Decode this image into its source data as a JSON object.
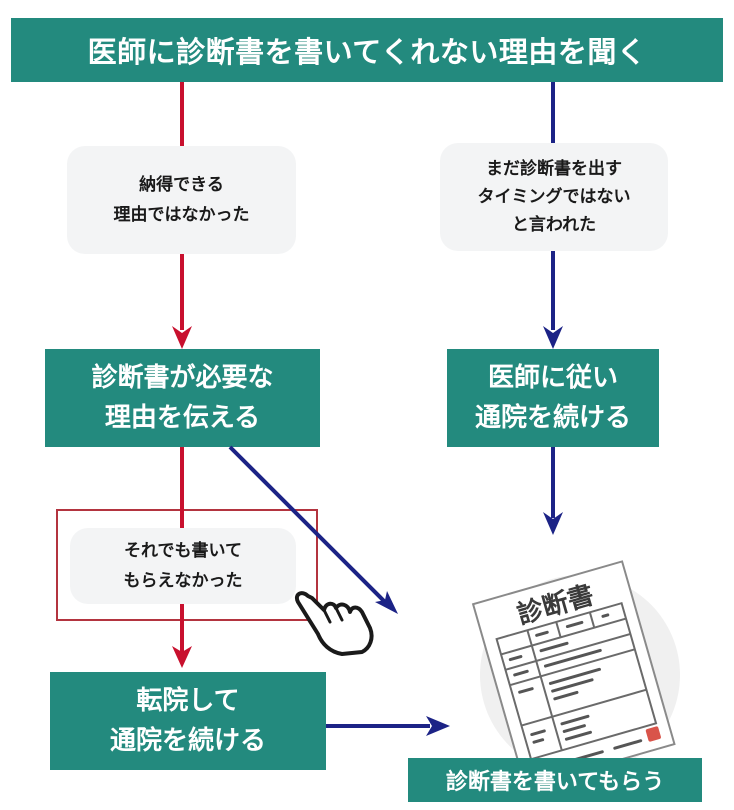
{
  "title": "医師に診断書を書いてくれない理由を聞く",
  "branches": {
    "left": {
      "note": [
        "納得できる",
        "理由ではなかった"
      ],
      "step": [
        "診断書が必要な",
        "理由を伝える"
      ],
      "fail_note": [
        "それでも書いて",
        "もらえなかった"
      ],
      "final_step": [
        "転院して",
        "通院を続ける"
      ]
    },
    "right": {
      "note": [
        "まだ診断書を出す",
        "タイミングではない",
        "と言われた"
      ],
      "step": [
        "医師に従い",
        "通院を続ける"
      ]
    }
  },
  "result": {
    "label": "診断書を書いてもらう",
    "document_title": "診断書"
  },
  "colors": {
    "teal": "#238a7e",
    "note_bg": "#f3f4f5",
    "arrow_red": "#c8102e",
    "arrow_navy": "#1c2386",
    "highlight_frame": "#b3343f",
    "stamp": "#d9544a"
  },
  "icons": {
    "pointer": "pointing-hand-icon",
    "document": "medical-certificate-illustration"
  }
}
